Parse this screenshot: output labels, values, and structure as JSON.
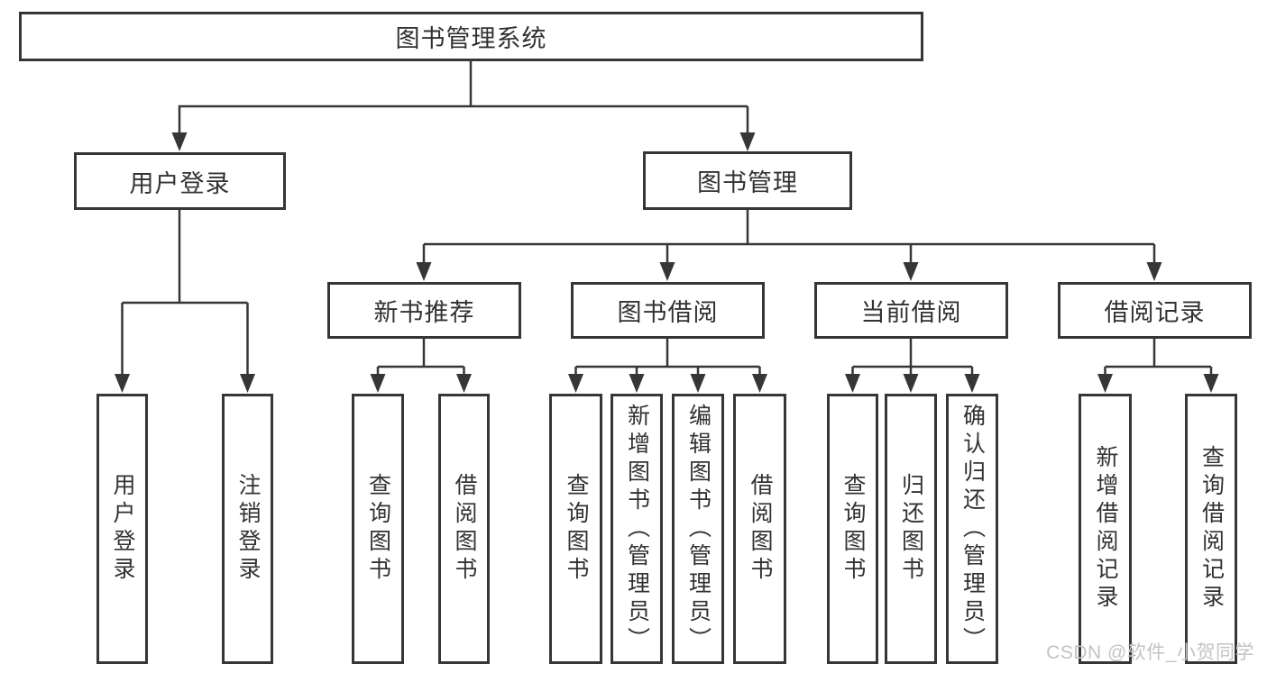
{
  "diagram": {
    "background": "#ffffff",
    "line_color": "#363636",
    "box_border_color": "#363636",
    "text_color": "#323232",
    "watermark_color": "#c3c3c3"
  },
  "nodes": {
    "root": {
      "label": "图书管理系统"
    },
    "user_login_branch": {
      "label": "用户登录"
    },
    "book_mgmt_branch": {
      "label": "图书管理"
    },
    "new_book_rec": {
      "label": "新书推荐"
    },
    "book_borrow": {
      "label": "图书借阅"
    },
    "current_borrow": {
      "label": "当前借阅"
    },
    "borrow_record": {
      "label": "借阅记录"
    },
    "leaf_user_login": {
      "label": "用户登录"
    },
    "leaf_logout": {
      "label": "注销登录"
    },
    "leaf_nb_query": {
      "label": "查询图书"
    },
    "leaf_nb_borrow": {
      "label": "借阅图书"
    },
    "leaf_bb_query": {
      "label": "查询图书"
    },
    "leaf_bb_add": {
      "label": "新增图书（管理员）"
    },
    "leaf_bb_edit": {
      "label": "编辑图书（管理员）"
    },
    "leaf_bb_borrow": {
      "label": "借阅图书"
    },
    "leaf_cb_query": {
      "label": "查询图书"
    },
    "leaf_cb_return": {
      "label": "归还图书"
    },
    "leaf_cb_confirm": {
      "label": "确认归还（管理员）"
    },
    "leaf_br_add": {
      "label": "新增借阅记录"
    },
    "leaf_br_query": {
      "label": "查询借阅记录"
    }
  },
  "watermark": {
    "text": "CSDN @软件_小贺同学"
  }
}
